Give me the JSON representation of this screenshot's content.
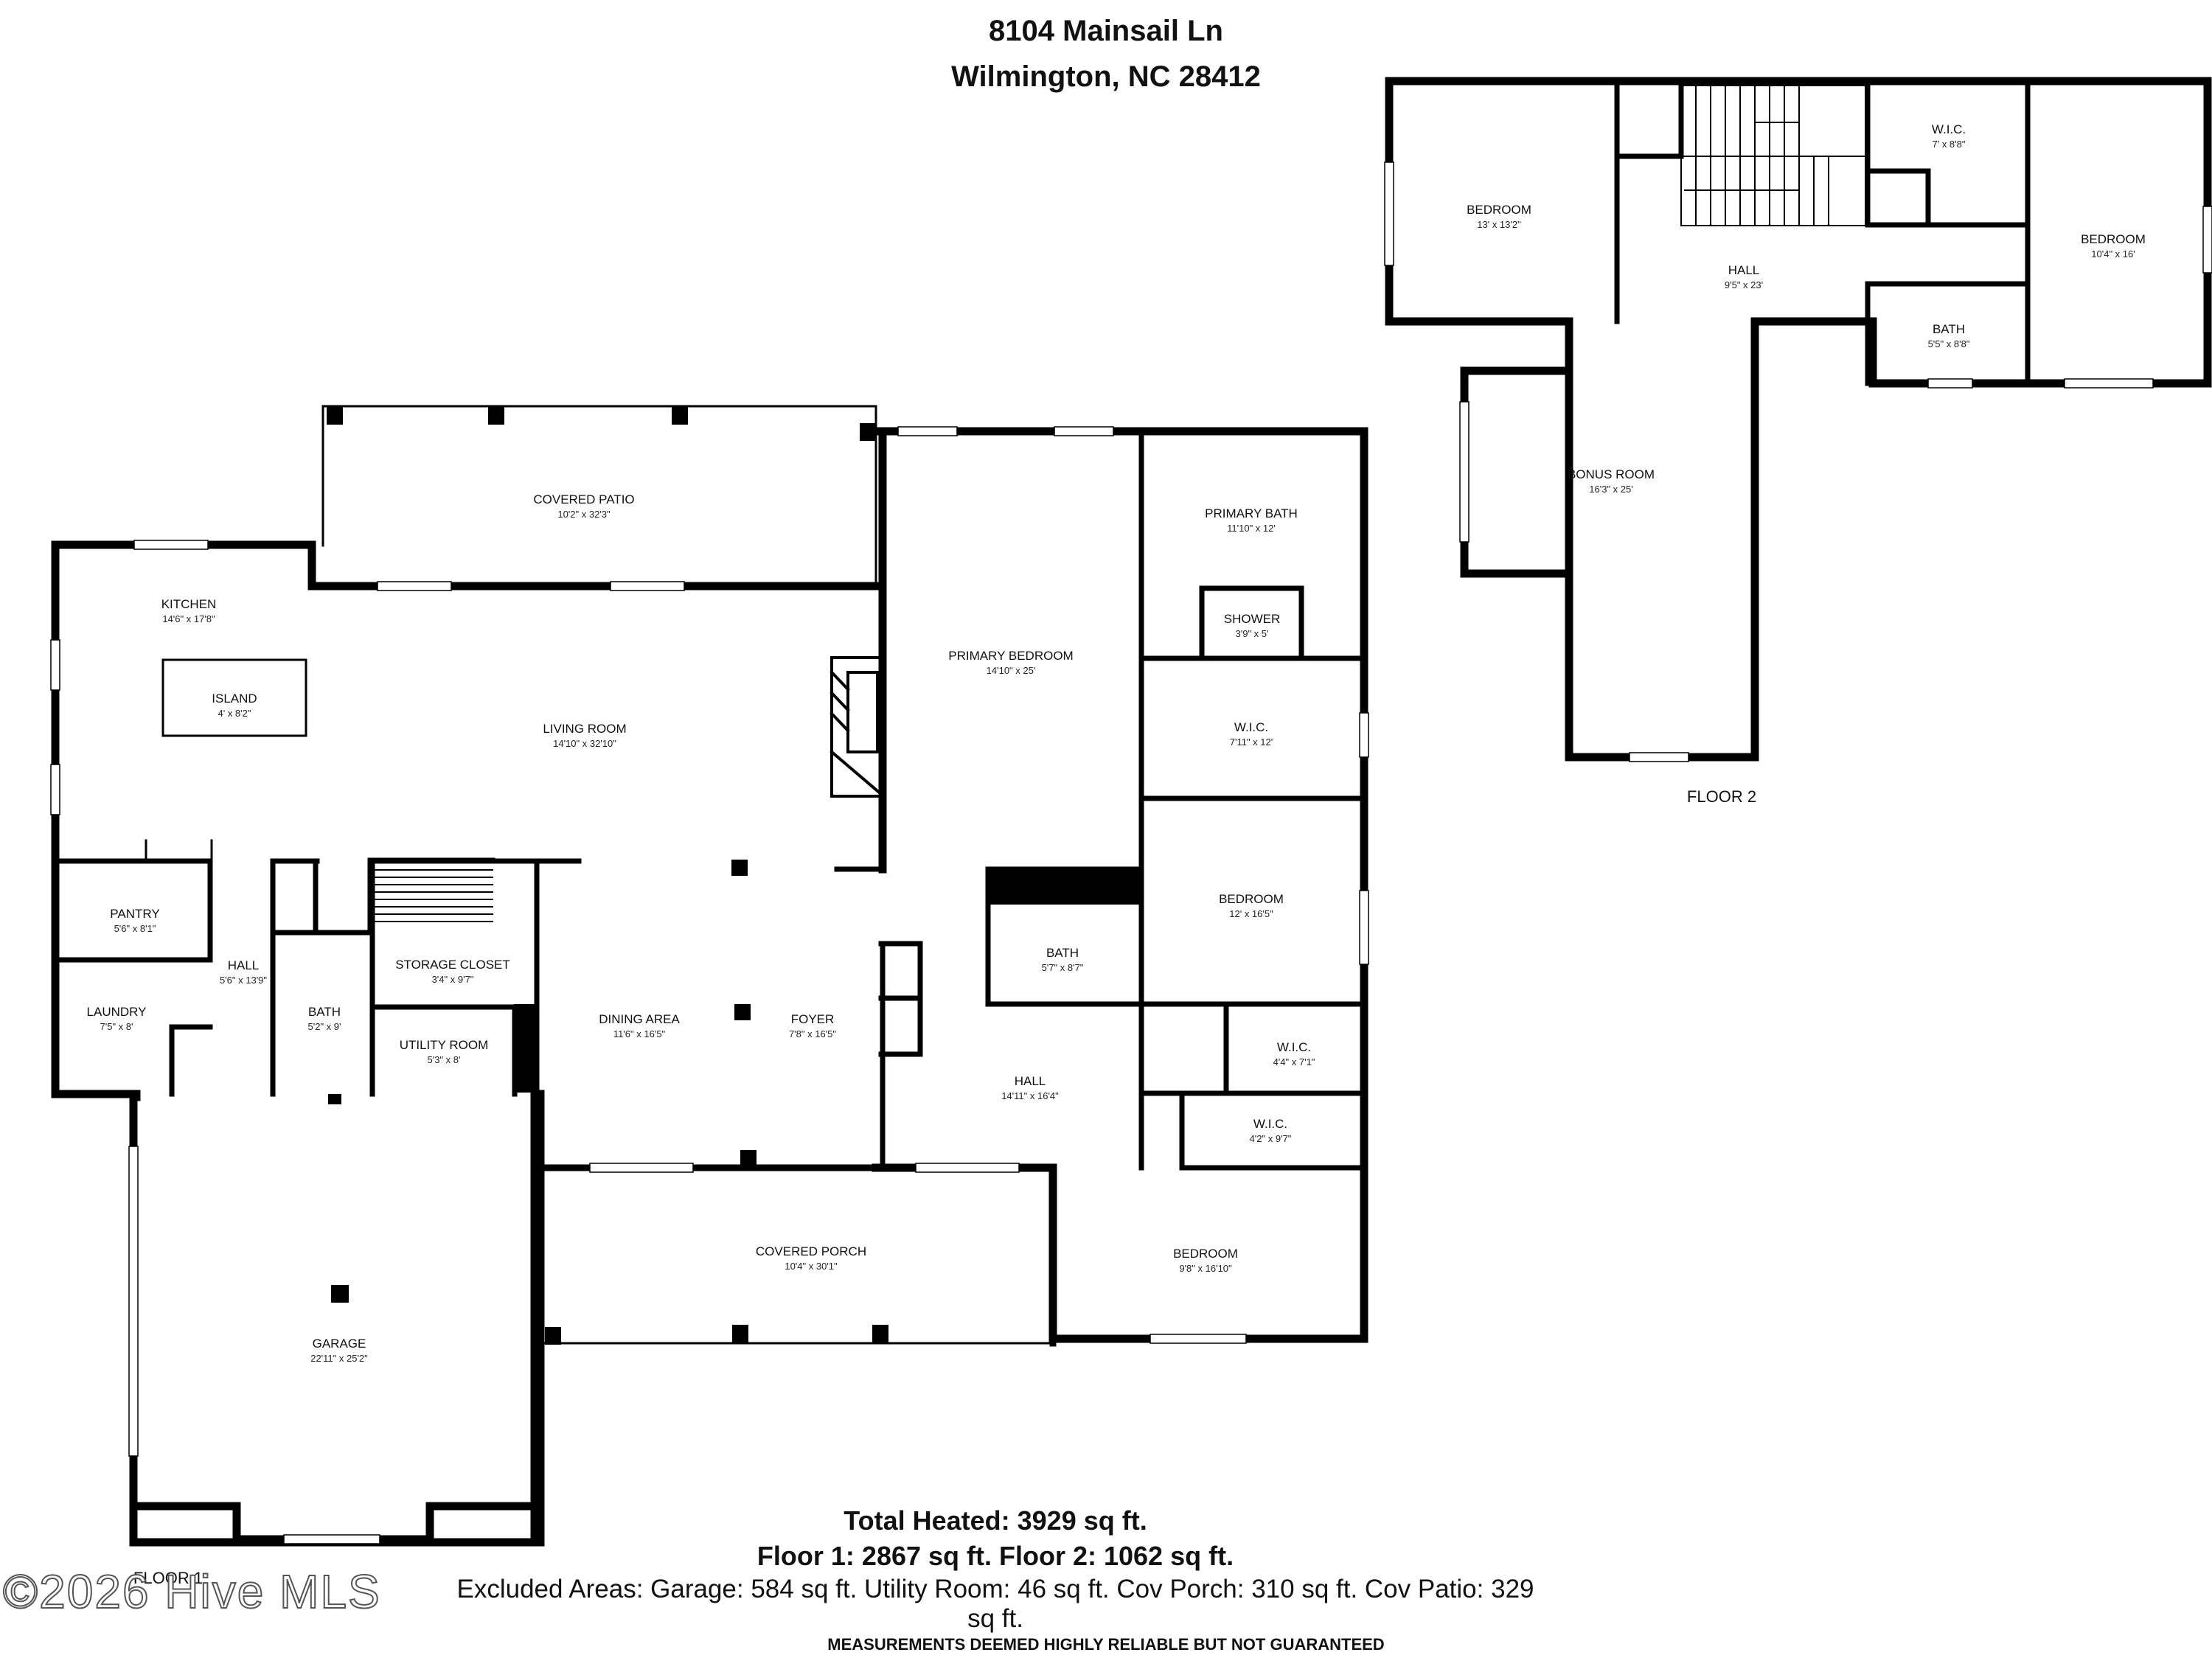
{
  "header": {
    "address_line1": "8104 Mainsail Ln",
    "address_line2": "Wilmington, NC 28412"
  },
  "rooms": {
    "covered_patio": {
      "name": "COVERED PATIO",
      "dims": "10'2\" x 32'3\""
    },
    "kitchen": {
      "name": "KITCHEN",
      "dims": "14'6\" x 17'8\""
    },
    "island": {
      "name": "ISLAND",
      "dims": "4' x 8'2\""
    },
    "living_room": {
      "name": "LIVING ROOM",
      "dims": "14'10\" x 32'10\""
    },
    "primary_bedroom": {
      "name": "PRIMARY BEDROOM",
      "dims": "14'10\" x 25'"
    },
    "primary_bath": {
      "name": "PRIMARY BATH",
      "dims": "11'10\" x 12'"
    },
    "shower": {
      "name": "SHOWER",
      "dims": "3'9\" x 5'"
    },
    "wic_primary": {
      "name": "W.I.C.",
      "dims": "7'11\" x 12'"
    },
    "bedroom_1": {
      "name": "BEDROOM",
      "dims": "12' x 16'5\""
    },
    "wic_b1": {
      "name": "W.I.C.",
      "dims": "4'4\" x 7'1\""
    },
    "wic_b2": {
      "name": "W.I.C.",
      "dims": "4'2\" x 9'7\""
    },
    "bath_hall": {
      "name": "BATH",
      "dims": "5'7\" x 8'7\""
    },
    "hall_main": {
      "name": "HALL",
      "dims": "14'11\" x 16'4\""
    },
    "pantry": {
      "name": "PANTRY",
      "dims": "5'6\" x 8'1\""
    },
    "laundry": {
      "name": "LAUNDRY",
      "dims": "7'5\" x 8'"
    },
    "hall_west": {
      "name": "HALL",
      "dims": "5'6\" x 13'9\""
    },
    "bath_west": {
      "name": "BATH",
      "dims": "5'2\" x 9'"
    },
    "storage_closet": {
      "name": "STORAGE CLOSET",
      "dims": "3'4\" x 9'7\""
    },
    "utility_room": {
      "name": "UTILITY ROOM",
      "dims": "5'3\" x 8'"
    },
    "dining_area": {
      "name": "DINING AREA",
      "dims": "11'6\" x 16'5\""
    },
    "foyer": {
      "name": "FOYER",
      "dims": "7'8\" x 16'5\""
    },
    "covered_porch": {
      "name": "COVERED PORCH",
      "dims": "10'4\" x 30'1\""
    },
    "bedroom_front": {
      "name": "BEDROOM",
      "dims": "9'8\" x 16'10\""
    },
    "garage": {
      "name": "GARAGE",
      "dims": "22'11\" x 25'2\""
    },
    "f2_bedroom_w": {
      "name": "BEDROOM",
      "dims": "13' x 13'2\""
    },
    "f2_wic": {
      "name": "W.I.C.",
      "dims": "7' x 8'8\""
    },
    "f2_bedroom_e": {
      "name": "BEDROOM",
      "dims": "10'4\" x 16'"
    },
    "f2_hall": {
      "name": "HALL",
      "dims": "9'5\" x 23'"
    },
    "f2_bath": {
      "name": "BATH",
      "dims": "5'5\" x 8'8\""
    },
    "bonus_room": {
      "name": "BONUS ROOM",
      "dims": "16'3\" x 25'"
    }
  },
  "floors": {
    "floor1_label": "FLOOR 1",
    "floor2_label": "FLOOR 2"
  },
  "totals": {
    "total_heated": "Total Heated: 3929 sq ft.",
    "floor_breakdown": "Floor 1: 2867 sq ft. Floor 2: 1062 sq ft.",
    "excluded": "Excluded Areas: Garage: 584 sq ft. Utility Room: 46 sq ft. Cov Porch: 310 sq ft. Cov Patio: 329 sq ft."
  },
  "disclaimer": "MEASUREMENTS DEEMED HIGHLY RELIABLE BUT NOT GUARANTEED",
  "watermark": "©2026 Hive MLS"
}
